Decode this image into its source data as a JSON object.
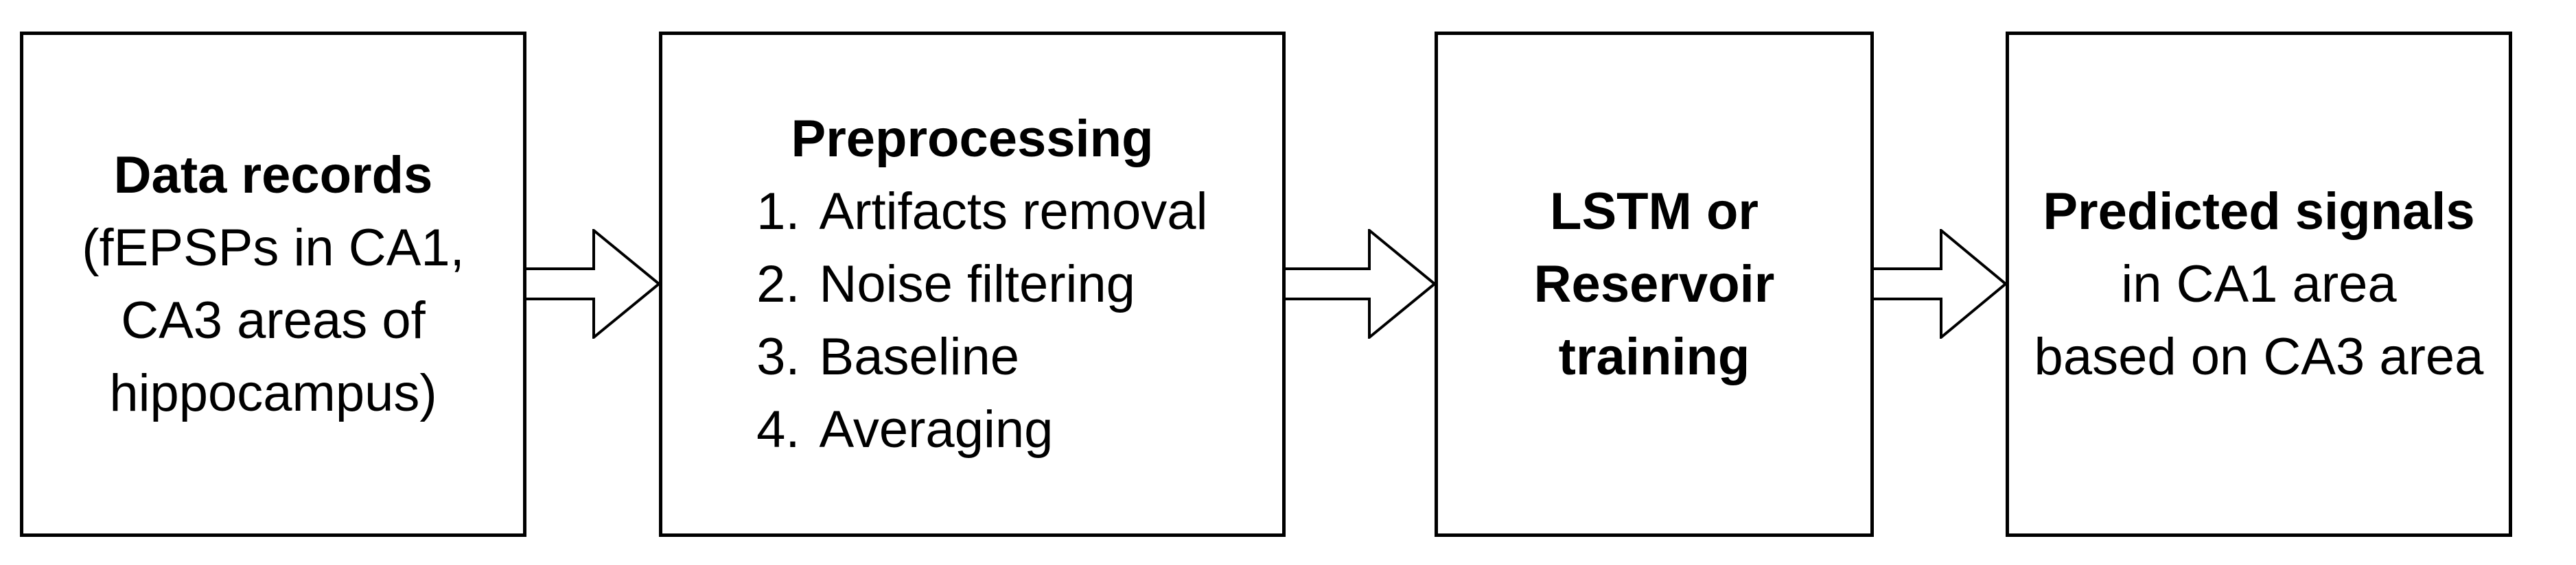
{
  "boxes": {
    "data_records": {
      "title": "Data records",
      "lines": [
        "(fEPSPs in CA1,",
        "CA3 areas of",
        "hippocampus)"
      ]
    },
    "preprocessing": {
      "title": "Preprocessing",
      "steps": [
        {
          "num": "1.",
          "label": "Artifacts removal"
        },
        {
          "num": "2.",
          "label": "Noise filtering"
        },
        {
          "num": "3.",
          "label": "Baseline"
        },
        {
          "num": "4.",
          "label": "Averaging"
        }
      ]
    },
    "training": {
      "title_lines": [
        "LSTM or",
        "Reservoir",
        "training"
      ]
    },
    "predicted": {
      "title": "Predicted signals",
      "lines": [
        "in CA1 area",
        "based on CA3 area"
      ]
    }
  },
  "colors": {
    "stroke": "#000000",
    "fill": "#ffffff"
  }
}
